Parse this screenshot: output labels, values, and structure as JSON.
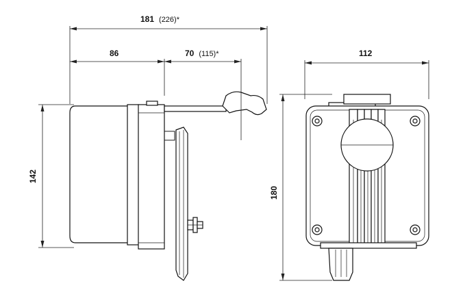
{
  "dimensions": {
    "overall_length": {
      "value": "181",
      "alt": "(226)*"
    },
    "body_length": {
      "value": "86"
    },
    "bracket_length": {
      "value": "70",
      "alt": "(115)*"
    },
    "width": {
      "value": "112"
    },
    "side_height": {
      "value": "142"
    },
    "front_height": {
      "value": "180"
    }
  }
}
